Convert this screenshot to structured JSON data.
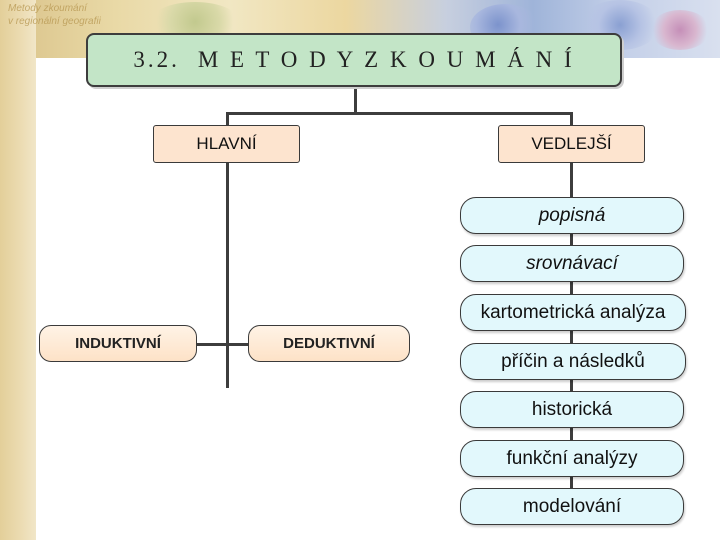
{
  "background": {
    "corner_text_line1": "Metody zkoumání",
    "corner_text_line2": "v regionální geografii"
  },
  "title": {
    "number": "3.2.",
    "text": "M E T O D Y   Z K O U M Á N Í"
  },
  "branches": {
    "main": "HLAVNÍ",
    "secondary": "VEDLEJŠÍ"
  },
  "main_methods": [
    "INDUKTIVNÍ",
    "DEDUKTIVNÍ"
  ],
  "secondary_methods": [
    "popisná",
    "srovnávací",
    "kartometrická analýza",
    "příčin a následků",
    "historická",
    "funkční analýzy",
    "modelování"
  ],
  "colors": {
    "title_fill": "#c3e5c7",
    "branch_fill": "#fde4cf",
    "method_fill": "#e2f8fc",
    "connector": "#3d3d3d"
  }
}
